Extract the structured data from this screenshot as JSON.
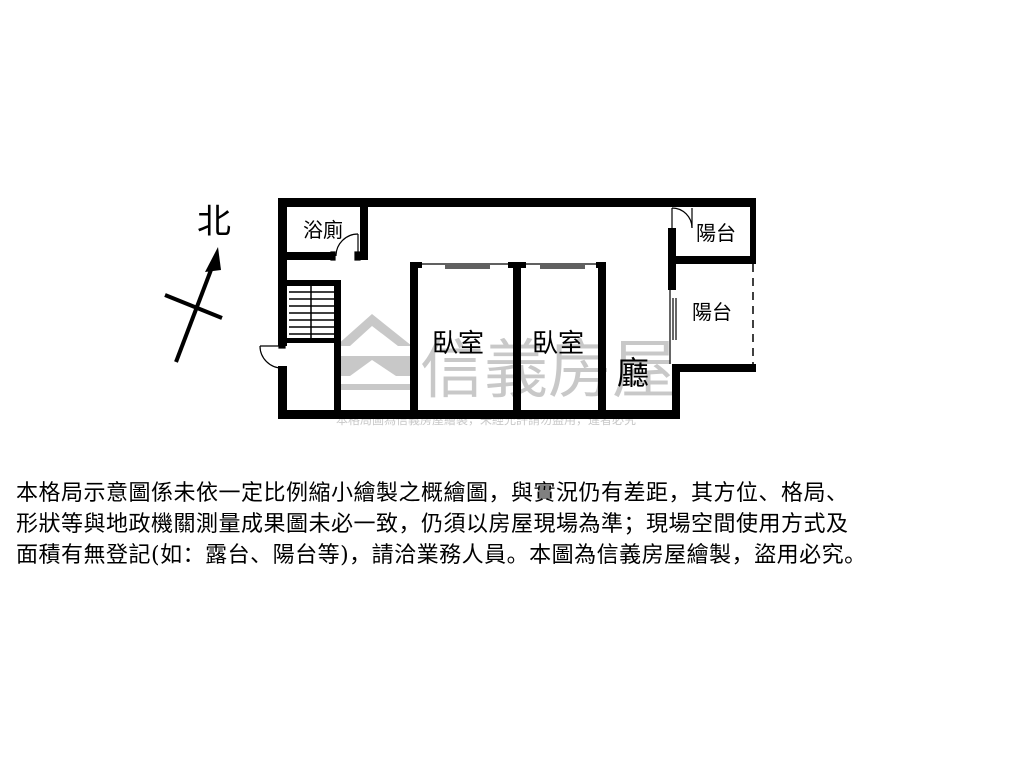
{
  "compass": {
    "label": "北"
  },
  "rooms": {
    "bathroom": "浴廁",
    "bedroom_1": "臥室",
    "bedroom_2": "臥室",
    "living": "廳",
    "balcony_1": "陽台",
    "balcony_2": "陽台"
  },
  "watermark": {
    "brand": "信義房屋",
    "notice": "本格局圖為信義房屋繪製，未經允許請勿盜用，違者必究"
  },
  "disclaimer": [
    "本格局示意圖係未依一定比例縮小繪製之概繪圖，與實況仍有差距，其方位、格局、",
    "形狀等與地政機關測量成果圖未必一致，仍須以房屋現場為準；現場空間使用方式及",
    "面積有無登記(如：露台、陽台等)，請洽業務人員。本圖為信義房屋繪製，盜用必究。"
  ],
  "colors": {
    "wall": "#000000",
    "watermark": "#c8c8c8",
    "background": "#ffffff"
  }
}
